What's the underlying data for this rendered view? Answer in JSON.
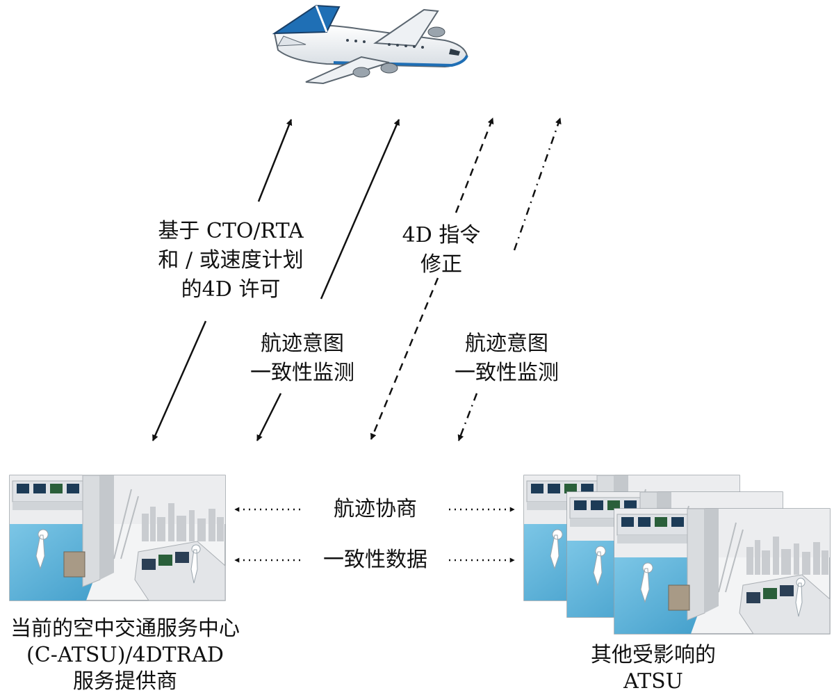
{
  "labels": {
    "clearance": [
      "基于 CTO/RTA",
      "和 / 或速度计划",
      "的4D 许可"
    ],
    "monitor_left": [
      "航迹意图",
      "一致性监测"
    ],
    "instruction": [
      "4D 指令",
      "修正"
    ],
    "monitor_right": [
      "航迹意图",
      "一致性监测"
    ],
    "negotiation": "航迹协商",
    "conformance_data": "一致性数据"
  },
  "captions": {
    "left": [
      "当前的空中交通服务中心",
      "(C-ATSU)/4DTRAD",
      "服务提供商"
    ],
    "right": [
      "其他受影响的",
      "ATSU"
    ]
  },
  "colors": {
    "airplane_tail": "#1f6fb5",
    "airplane_body": "#f4f6f8",
    "control_room_floor": "#5fb3d9",
    "arrow": "#111111"
  }
}
